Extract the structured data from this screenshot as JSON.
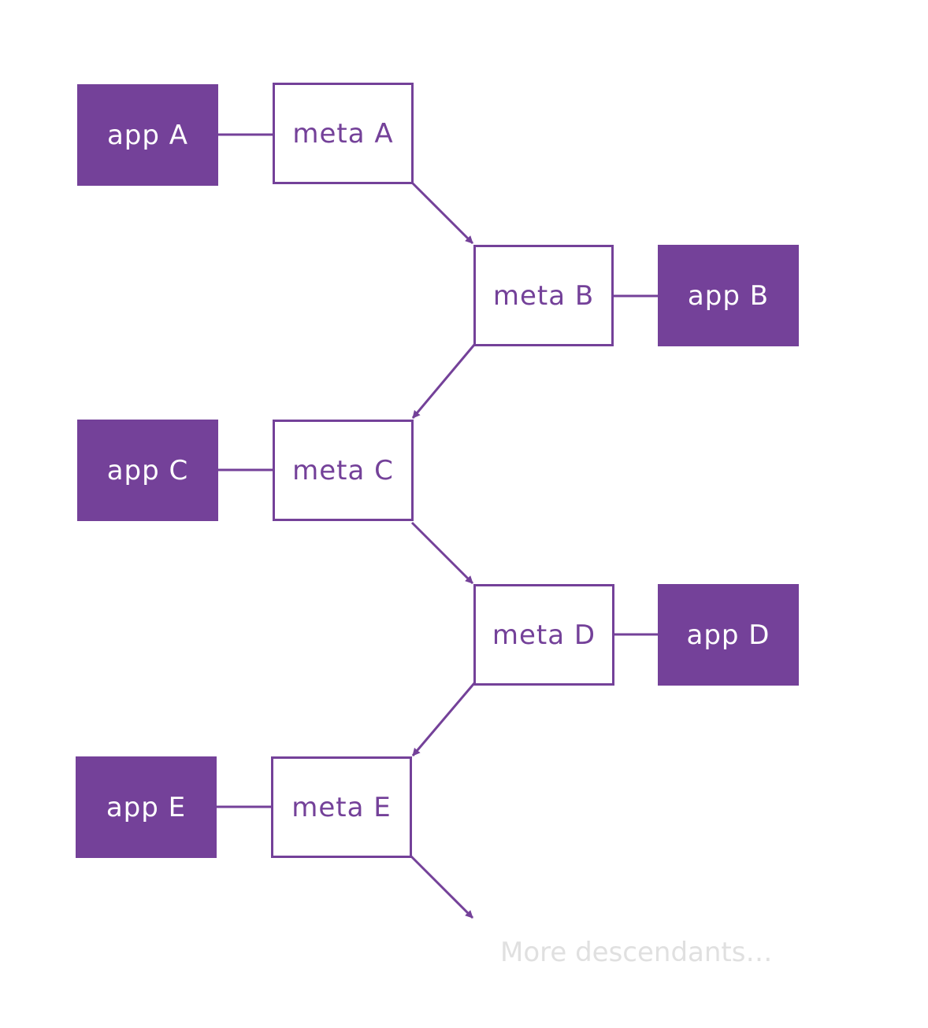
{
  "colors": {
    "accent": "#744199",
    "note": "#e0e0e0",
    "background": "#ffffff"
  },
  "nodes": {
    "app_a": "app A",
    "meta_a": "meta A",
    "meta_b": "meta B",
    "app_b": "app B",
    "app_c": "app C",
    "meta_c": "meta C",
    "meta_d": "meta D",
    "app_d": "app D",
    "app_e": "app E",
    "meta_e": "meta E"
  },
  "footer_note": "More descendants…"
}
